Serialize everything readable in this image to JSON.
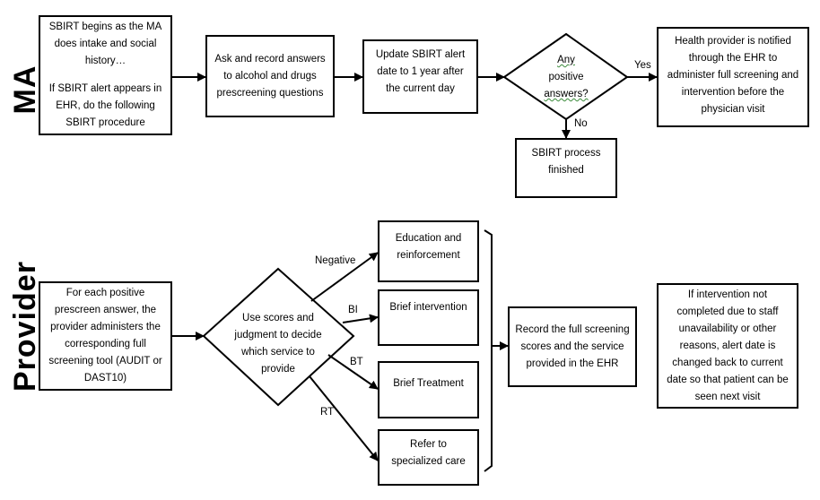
{
  "lanes": {
    "ma": "MA",
    "provider": "Provider"
  },
  "ma": {
    "start_line1": "SBIRT begins as the MA does intake and social history…",
    "start_line2": "If SBIRT alert appears in EHR, do the following SBIRT procedure",
    "prescreen": "Ask and record answers to alcohol and drugs prescreening questions",
    "update_alert": "Update SBIRT alert date to 1 year after the current day",
    "decision_any": "Any",
    "decision_positive": "positive",
    "decision_answers": "answers?",
    "yes_label": "Yes",
    "no_label": "No",
    "notify": "Health provider is notified through the EHR to administer full screening and intervention before the physician visit",
    "finished": "SBIRT process finished"
  },
  "provider": {
    "administer": "For each positive prescreen answer, the provider administers the corresponding full screening tool (AUDIT or DAST10)",
    "decision": "Use scores and judgment to decide which service to provide",
    "negative_label": "Negative",
    "bi_label": "BI",
    "bt_label": "BT",
    "rt_label": "RT",
    "education": "Education and reinforcement",
    "brief_intervention": "Brief intervention",
    "brief_treatment": "Brief Treatment",
    "refer": "Refer to specialized care",
    "record": "Record the full screening scores and the service provided in the EHR",
    "note": "If intervention not completed due to staff unavailability or other reasons, alert date is changed back to current date so that patient can be seen next visit"
  }
}
